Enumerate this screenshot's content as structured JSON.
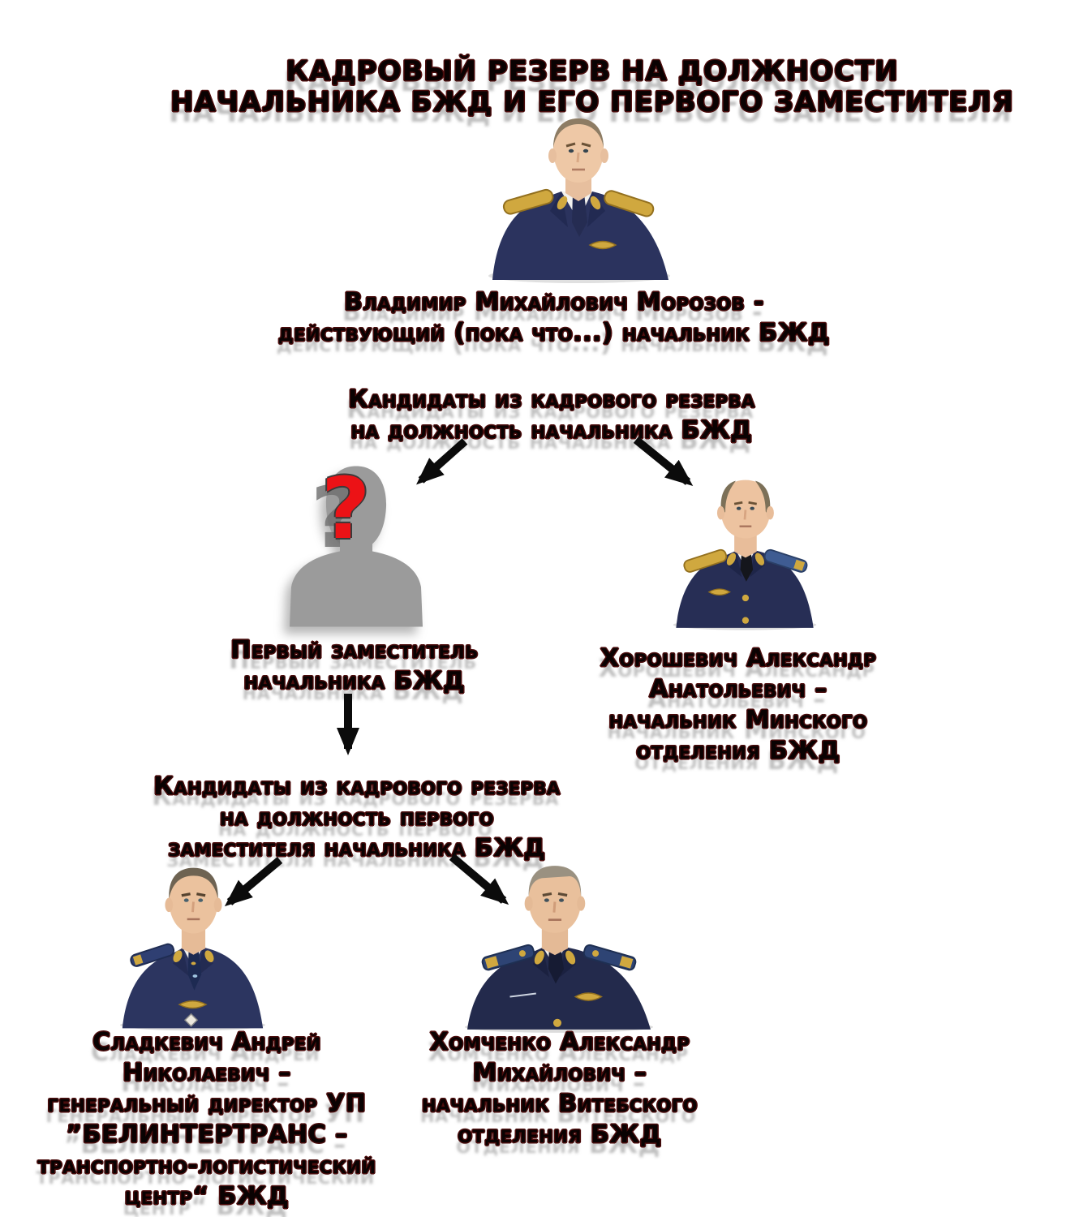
{
  "title": "КАДРОВЫЙ РЕЗЕРВ НА ДОЛЖНОСТИ\nНАЧАЛЬНИКА БЖД И ЕГО ПЕРВОГО ЗАМЕСТИТЕЛЯ",
  "chief": {
    "caption": "Владимир Михайлович Морозов -\nдействующий (пока что...) начальник БЖД"
  },
  "headings": {
    "chief_candidates": "Кандидаты из кадрового резерва\nна должность начальника БЖД",
    "deputy_candidates": "Кандидаты из кадрового резерва\nна должность первого\nзаместителя начальника БЖД"
  },
  "vacancy": {
    "mark": "?",
    "caption": "Первый заместитель\nначальника БЖД"
  },
  "candidates": {
    "khoroshevich": {
      "caption": "Хорошевич Александр\nАнатольевич –\nначальник Минского\nотделения БЖД"
    },
    "sladkevich": {
      "caption": "Сладкевич Андрей\nНиколаевич –\nгенеральный директор УП\n”БЕЛИНТЕРТРАНС –\nтранспортно-логистический\nцентр“ БЖД"
    },
    "khomchenko": {
      "caption": "Хомченко Александр\nМихайлович –\nначальник Витебского\nотделения БЖД"
    }
  },
  "colors": {
    "background": "#ffffff",
    "text": "#0a0202",
    "text_outline": "#4c0d0d",
    "text_echo": "#8a8a8a",
    "arrow": "#0b0b0b",
    "question_mark_red": "#ec1216",
    "silhouette_gray": "#9b9b9b",
    "uniform_navy": "#272e55",
    "epaulette_gold": "#d0a83f"
  }
}
